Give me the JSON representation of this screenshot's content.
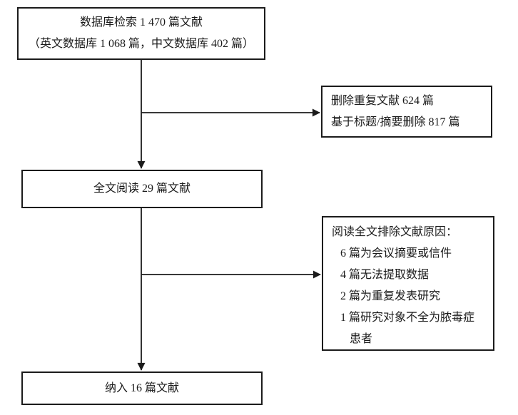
{
  "diagram": {
    "type": "flowchart",
    "language": "zh-CN",
    "colors": {
      "line": "#1b1b1b",
      "background": "#ffffff"
    },
    "boxes": {
      "search": {
        "lines": [
          "数据库检索 1 470 篇文献",
          "（英文数据库 1 068 篇，中文数据库 402 篇）"
        ]
      },
      "dedup": {
        "lines": [
          "删除重复文献 624 篇",
          "基于标题/摘要删除 817 篇"
        ]
      },
      "fulltext": {
        "label": "全文阅读 29 篇文献"
      },
      "exclusion": {
        "title": "阅读全文排除文献原因：",
        "items": [
          "6 篇为会议摘要或信件",
          "4 篇无法提取数据",
          "2 篇为重复发表研究",
          "1 篇研究对象不全为脓毒症",
          "患者"
        ]
      },
      "included": {
        "label": "纳入 16 篇文献"
      }
    }
  }
}
